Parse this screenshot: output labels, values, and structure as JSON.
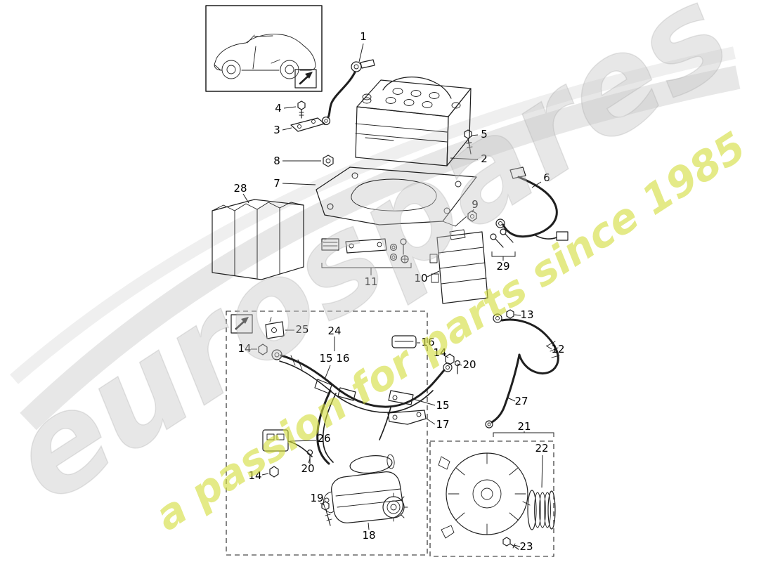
{
  "page": {
    "type": "parts-diagram",
    "background": "#ffffff",
    "line_color": "#1f1f1f"
  },
  "watermark": {
    "brand": "eurospares",
    "tagline": "a passion for parts since 1985",
    "brand_color": "#c6c6c6",
    "tagline_color": "#d4dd3e"
  },
  "vehicle_thumbnail": {
    "icon": "porsche-convertible-side-view",
    "corner_icon": "diagonal-arrow-icon"
  },
  "callouts": {
    "n1": "1",
    "n2": "2",
    "n3": "3",
    "n4": "4",
    "n5": "5",
    "n6": "6",
    "n7": "7",
    "n8": "8",
    "n9": "9",
    "n10": "10",
    "n11": "11",
    "n12": "12",
    "n13": "13",
    "n14": "14",
    "n15": "15",
    "n16": "16",
    "n17": "17",
    "n18": "18",
    "n19": "19",
    "n20": "20",
    "n21": "21",
    "n22": "22",
    "n23": "23",
    "n24": "24",
    "n25": "25",
    "n26": "26",
    "n27": "27",
    "n28": "28",
    "n29": "29",
    "n15_16": "15 16"
  }
}
